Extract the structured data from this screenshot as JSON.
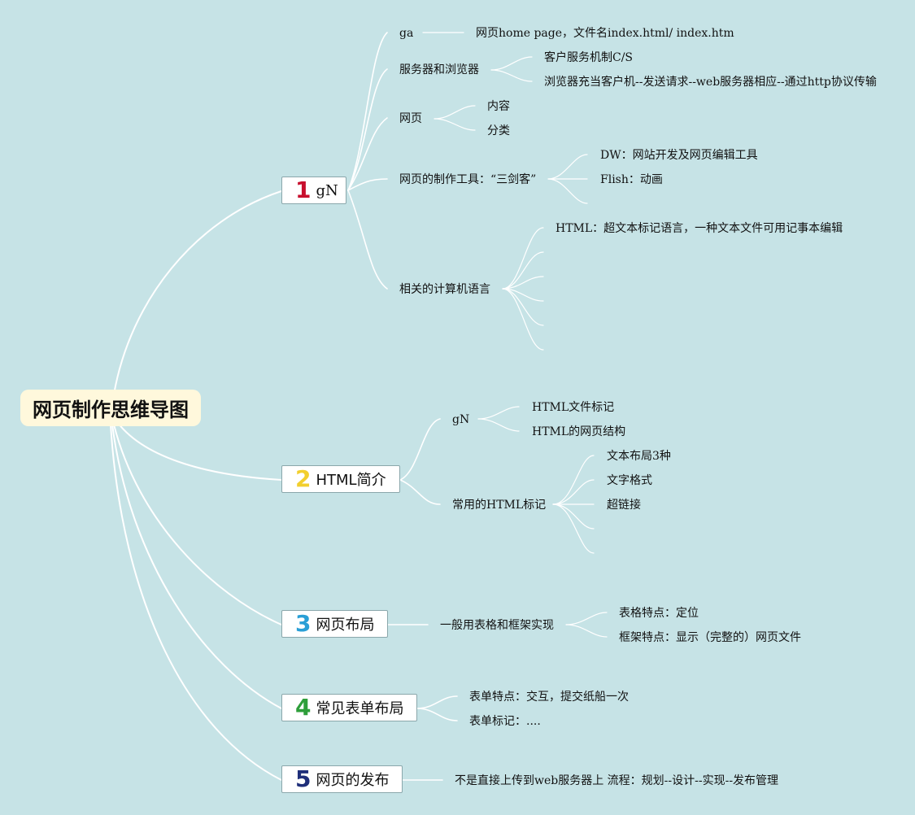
{
  "title": "网页制作思维导图",
  "branches": [
    {
      "num": "1",
      "color": "#c8102e",
      "label": "gN",
      "children": [
        {
          "label": "ga",
          "children": [
            "网页home page，文件名index.html/ index.htm"
          ]
        },
        {
          "label": "服务器和浏览器",
          "children": [
            "客户服务机制C/S",
            "浏览器充当客户机--发送请求--web服务器相应--通过http协议传输"
          ]
        },
        {
          "label": "网页",
          "children": [
            "内容",
            "分类"
          ]
        },
        {
          "label": "网页的制作工具：“三剑客”",
          "children": [
            "DW：网站开发及网页编辑工具",
            "Flish：动画",
            ""
          ]
        },
        {
          "label": "相关的计算机语言",
          "children": [
            "HTML：超文本标记语言，一种文本文件可用记事本编辑",
            "",
            "",
            "",
            "",
            ""
          ]
        }
      ]
    },
    {
      "num": "2",
      "color": "#f2cf2e",
      "label": "HTML简介",
      "children": [
        {
          "label": "gN",
          "children": [
            "HTML文件标记",
            "HTML的网页结构"
          ]
        },
        {
          "label": "常用的HTML标记",
          "children": [
            "文本布局3种",
            "文字格式",
            "超链接",
            "",
            ""
          ]
        }
      ]
    },
    {
      "num": "3",
      "color": "#2a9fd6",
      "label": "网页布局",
      "children": [
        {
          "label": "一般用表格和框架实现",
          "children": [
            "表格特点：定位",
            "框架特点：显示（完整的）网页文件"
          ]
        }
      ]
    },
    {
      "num": "4",
      "color": "#2e9e3a",
      "label": "常见表单布局",
      "children": [
        {
          "label": "表单特点：交互，提交纸船一次"
        },
        {
          "label": "表单标记：...."
        }
      ]
    },
    {
      "num": "5",
      "color": "#1f2f7a",
      "label": "网页的发布",
      "children": [
        {
          "label": "不是直接上传到web服务器上 流程：规划--设计--实现--发布管理"
        }
      ]
    }
  ]
}
